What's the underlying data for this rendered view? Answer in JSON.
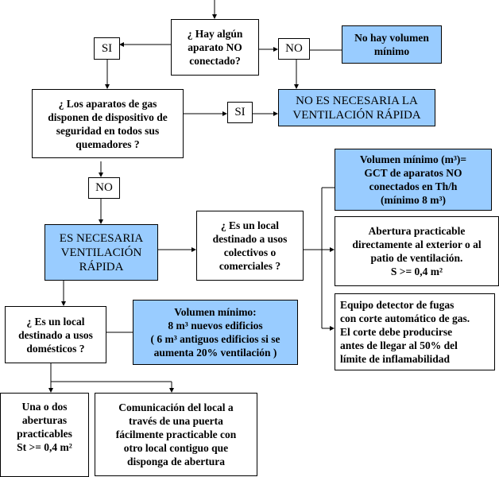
{
  "diagram": {
    "nodes": {
      "q_not_connected": "¿ Hay algún\naparato NO\nconectado?",
      "si_1": "SI",
      "no_1": "NO",
      "no_min_volume": "No hay volumen\nmínimo",
      "q_safety_devices": "¿ Los aparatos de gas\ndisponen de dispositivo de\nseguridad en todos sus\nquemadores ?",
      "si_2": "SI",
      "not_necessary": "NO ES NECESARIA LA\nVENTILACIÓN RÁPIDA",
      "no_2": "NO",
      "necessary": "ES NECESARIA\nVENTILACIÓN\nRÁPIDA",
      "q_collective": "¿ Es un local\ndestinado a usos\ncolectivos o\ncomerciales ?",
      "min_volume_gct": "Volumen mínimo (m³)=\nGCT de aparatos NO\nconectados en Th/h\n(mínimo 8 m³)",
      "opening_exterior": "Abertura practicable\ndirectamente al exterior o al\npatio de ventilación.\nS >= 0,4 m²",
      "leak_detector": "Equipo detector de fugas\ncon corte automático de gas.\nEl corte debe producirse\nantes de llegar al 50% del\nlímite de inflamabilidad",
      "q_domestic": "¿ Es un local\ndestinado a usos\ndomésticos ?",
      "min_volume_domestic": "Volumen mínimo:\n8 m³ nuevos edificios\n( 6 m³ antiguos edificios si se\naumenta 20%  ventilación )",
      "one_or_two_openings": "Una o dos\naberturas\npracticables\nSt >= 0,4 m²",
      "adjacent_communication": "Comunicación del local a\ntravés de una puerta\nfácilmente practicable con\notro local contiguo que\ndisponga de abertura"
    },
    "colors": {
      "highlight_fill": "#99ccff",
      "box_fill": "#ffffff",
      "line": "#000000"
    }
  }
}
